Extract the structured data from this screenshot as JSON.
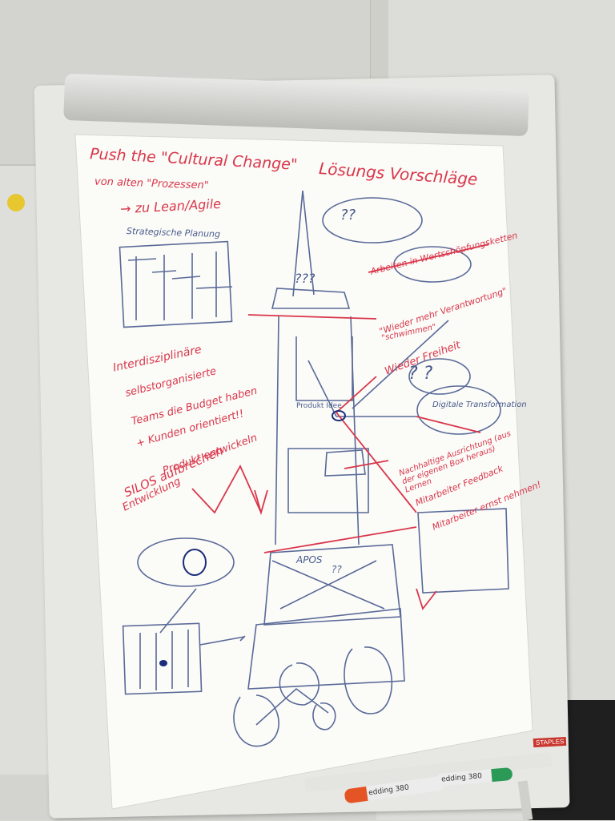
{
  "photo": {
    "subject": "flipchart",
    "colors": {
      "red_marker": "#d9364a",
      "blue_pen": "#4a5c8c",
      "paper": "#fbfbf8"
    }
  },
  "flipchart": {
    "title_lines": [
      "Push the \"Cultural Change\"",
      "von alten \"Prozessen\"",
      "→ zu Lean/Agile"
    ],
    "heading": "Lösungs Vorschläge",
    "small_heading": "Strategische Planung",
    "question_marks_top": "??",
    "question_marks_mid": "???",
    "question_marks_right": "? ?",
    "notes_right": [
      "Arbeiten in Wertschöpfungsketten",
      "\"Wieder mehr Verantwortung\"",
      "\"schwimmen\"",
      "Wieder Freiheit",
      "Digitale Transformation",
      "Nachhaltige Ausrichtung (aus der eigenen Box heraus) Lernen",
      "Mitarbeiter Feedback",
      "Mitarbeiter ernst nehmen!"
    ],
    "notes_left": [
      "Interdisziplinäre",
      "selbstorganisierte",
      "Teams die Budget haben",
      "+ Kunden orientiert!!",
      "Produkt entwickeln",
      "SILOS aufbrechen",
      "Entwicklung"
    ],
    "box_labels": [
      "Produkt Idee",
      "APOS",
      "??"
    ]
  },
  "supplies": {
    "brand_tag": "STAPLES",
    "marker_a_label": "edding 380",
    "marker_b_label": "edding 380"
  }
}
